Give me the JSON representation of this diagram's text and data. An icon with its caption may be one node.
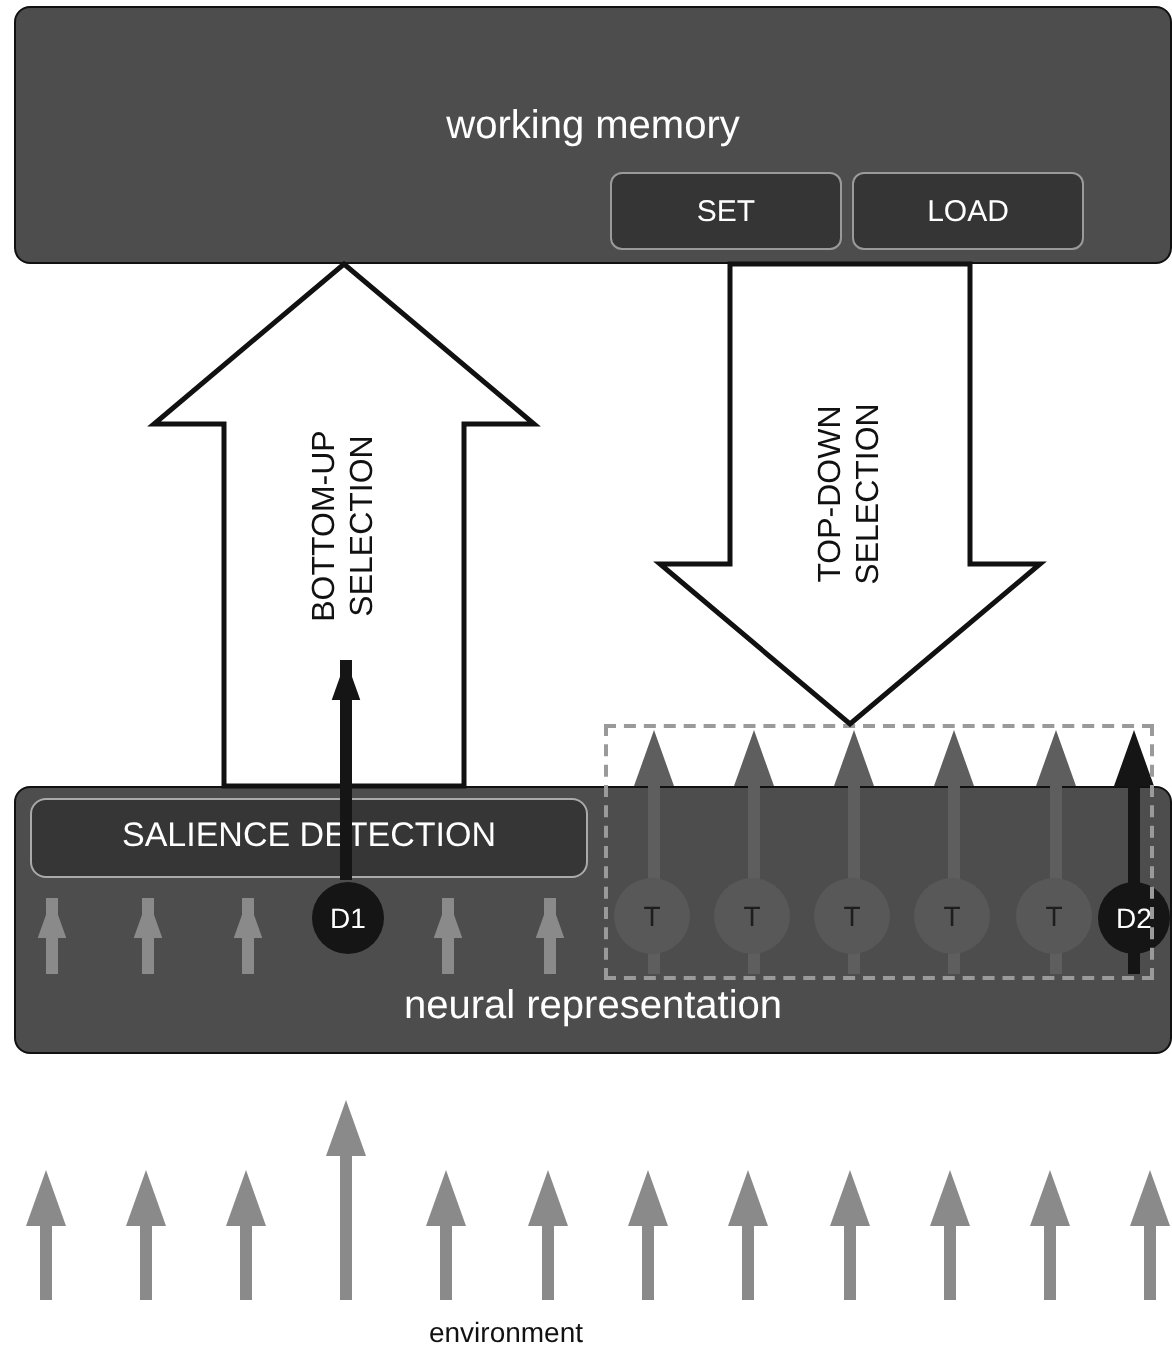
{
  "diagram": {
    "nodes": [
      {
        "text": [
          "working memory"
        ]
      },
      {
        "text": [
          "SET"
        ],
        "in": 0
      },
      {
        "text": [
          "LOAD"
        ],
        "in": 0
      },
      {
        "text": [
          "neural representation"
        ]
      },
      {
        "text": [
          "SALIENCE DETECTION"
        ],
        "in": 3
      },
      {
        "text": [
          "D1"
        ],
        "in": 3
      },
      {
        "text": [],
        "shape": "box"
      },
      {
        "text": [
          "T"
        ]
      },
      {
        "text": [
          "T"
        ]
      },
      {
        "text": [
          "T"
        ]
      },
      {
        "text": [
          "T"
        ]
      },
      {
        "text": [
          "T"
        ]
      },
      {
        "text": [
          "D2"
        ],
        "in": 3
      }
    ],
    "edges": [
      {
        "from": 3,
        "to": 0,
        "arrow": "to",
        "label": "BOTTOM-UP SELECTION"
      },
      {
        "from": 0,
        "to": 6,
        "arrow": "to",
        "label": "TOP-DOWN SELECTION"
      },
      {
        "from": null,
        "to": 4,
        "arrow": "to"
      },
      {
        "from": null,
        "to": 4,
        "arrow": "to"
      },
      {
        "from": null,
        "to": 4,
        "arrow": "to"
      },
      {
        "from": 5,
        "to": null,
        "arrow": "to",
        "color": "#151515"
      },
      {
        "from": null,
        "to": 4,
        "arrow": "to"
      },
      {
        "from": null,
        "to": 4,
        "arrow": "to"
      }
    ],
    "labels": [
      "environment"
    ]
  }
}
